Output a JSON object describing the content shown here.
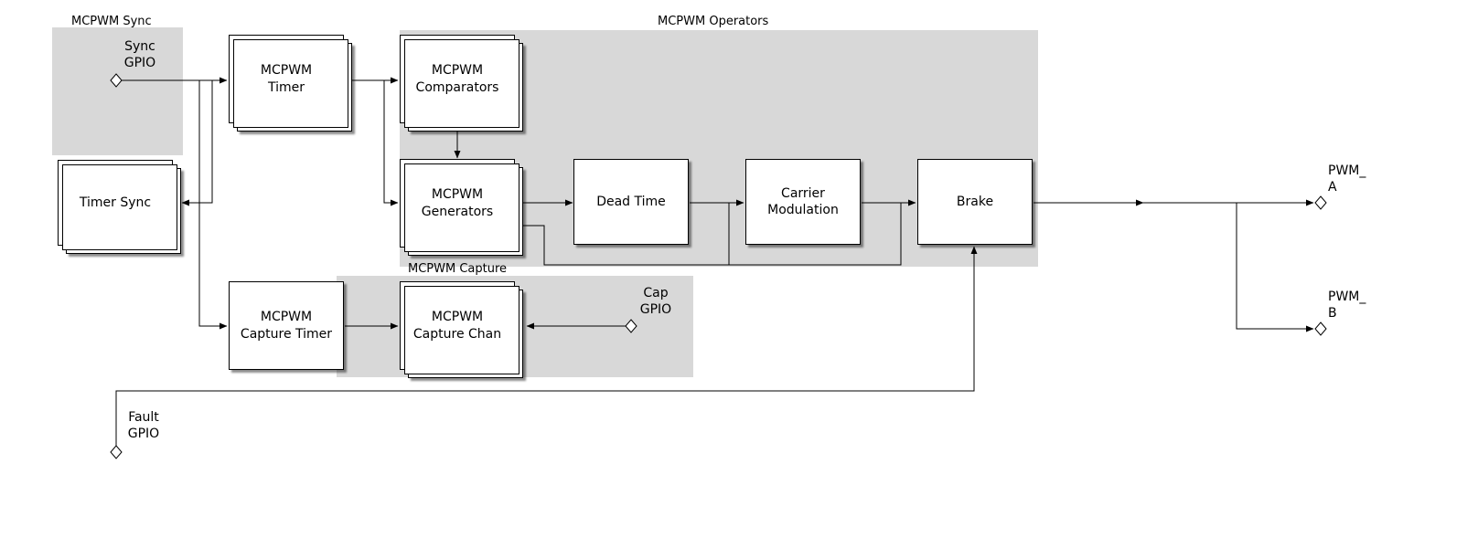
{
  "regions": {
    "sync": {
      "label": "MCPWM Sync"
    },
    "operators": {
      "label": "MCPWM Operators"
    },
    "capture": {
      "label": "MCPWM Capture"
    }
  },
  "nodes": {
    "timer_sync": {
      "label": "Timer Sync"
    },
    "mcpwm_timer": {
      "label": "MCPWM\nTimer"
    },
    "comparators": {
      "label": "MCPWM\nComparators"
    },
    "generators": {
      "label": "MCPWM\nGenerators"
    },
    "dead_time": {
      "label": "Dead Time"
    },
    "carrier_modulation": {
      "label": "Carrier\nModulation"
    },
    "brake": {
      "label": "Brake"
    },
    "capture_timer": {
      "label": "MCPWM\nCapture Timer"
    },
    "capture_chan": {
      "label": "MCPWM\nCapture Chan"
    }
  },
  "ports": {
    "sync_gpio": {
      "label": "Sync\nGPIO"
    },
    "cap_gpio": {
      "label": "Cap\nGPIO"
    },
    "fault_gpio": {
      "label": "Fault\nGPIO"
    },
    "pwm_a": {
      "label": "PWM_\nA"
    },
    "pwm_b": {
      "label": "PWM_\nB"
    }
  },
  "colors": {
    "background": "#ffffff",
    "region_fill": "#d8d8d8",
    "node_fill": "#ffffff",
    "line": "#000000"
  }
}
